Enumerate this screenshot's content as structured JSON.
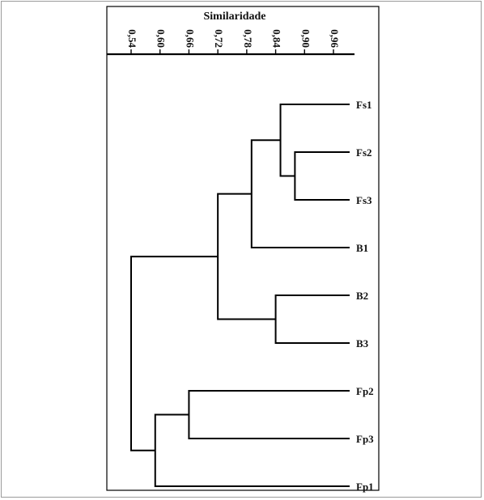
{
  "chart_data": {
    "type": "dendrogram",
    "title": "Similaridade",
    "axis": {
      "min": 0.54,
      "max": 0.96,
      "ticks": [
        "0,54",
        "0,60",
        "0,66",
        "0,72",
        "0,78",
        "0,84",
        "0,90",
        "0,96"
      ],
      "tick_values": [
        0.54,
        0.6,
        0.66,
        0.72,
        0.78,
        0.84,
        0.9,
        0.96
      ]
    },
    "leaves": [
      "Fs1",
      "Fs2",
      "Fs3",
      "B1",
      "B2",
      "B3",
      "Fp2",
      "Fp3",
      "Fp1"
    ],
    "merges": [
      {
        "a": "Fs2",
        "b": "Fs3",
        "sim": 0.88,
        "id": "m1"
      },
      {
        "a": "Fs1",
        "b": "m1",
        "sim": 0.85,
        "id": "m2"
      },
      {
        "a": "m2",
        "b": "B1",
        "sim": 0.79,
        "id": "m3"
      },
      {
        "a": "B2",
        "b": "B3",
        "sim": 0.84,
        "id": "m4"
      },
      {
        "a": "m3",
        "b": "m4",
        "sim": 0.72,
        "id": "m5"
      },
      {
        "a": "Fp2",
        "b": "Fp3",
        "sim": 0.66,
        "id": "m6"
      },
      {
        "a": "m6",
        "b": "Fp1",
        "sim": 0.59,
        "id": "m7"
      },
      {
        "a": "m5",
        "b": "m7",
        "sim": 0.54,
        "id": "m8"
      }
    ]
  }
}
